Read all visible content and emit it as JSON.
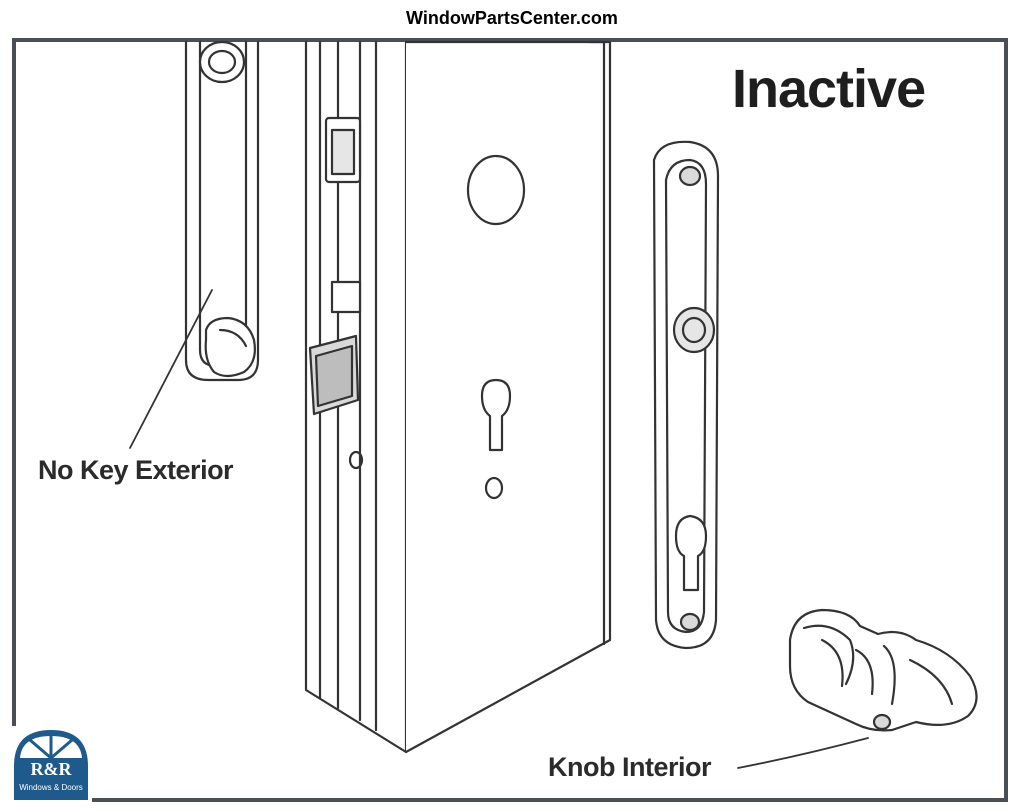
{
  "header": {
    "site": "WindowPartsCenter.com"
  },
  "figure": {
    "heading": "Inactive",
    "callouts": {
      "exterior": "No Key Exterior",
      "interior": "Knob Interior"
    }
  },
  "logo": {
    "name": "R&R",
    "tagline": "Windows & Doors",
    "color": "#1f5a8c"
  },
  "colors": {
    "frame": "#4a4f57",
    "line": "#333333",
    "shade": "#d9d9d9"
  }
}
